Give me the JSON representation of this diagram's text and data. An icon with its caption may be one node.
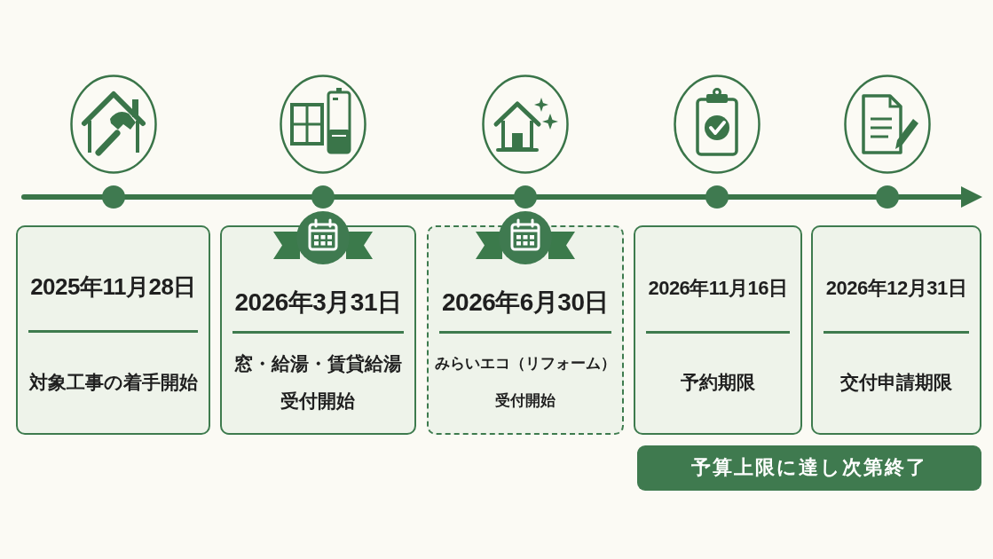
{
  "diagram": {
    "nodes": [
      {
        "text": [
          "2025年11月28日",
          "対象工事の着手開始"
        ]
      },
      {
        "text": [
          "2026年3月31日",
          "窓・給湯・賃貸給湯受付開始"
        ]
      },
      {
        "text": [
          "2026年6月30日",
          "みらいエコ（リフォーム）受付開始"
        ]
      },
      {
        "text": [
          "2026年11月16日",
          "予約期限"
        ]
      },
      {
        "text": [
          "2026年12月31日",
          "交付申請期限"
        ]
      },
      {
        "text": [
          "予算上限に達し次第終了"
        ]
      }
    ]
  }
}
